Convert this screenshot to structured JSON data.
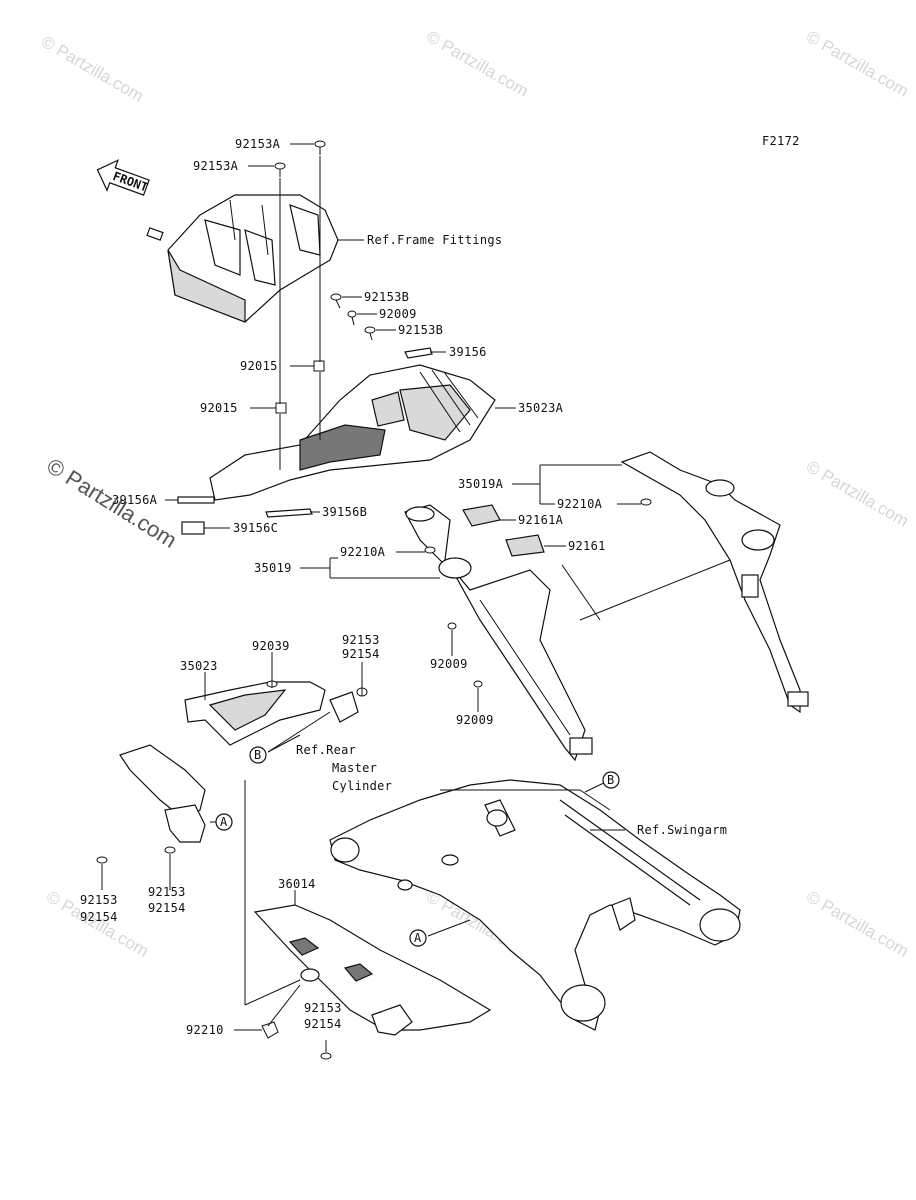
{
  "figure_code": "F2172",
  "front_label": "FRONT",
  "watermarks": [
    "© Partzilla.com",
    "© Partzilla.com",
    "© Partzilla.com",
    "© Partzilla.com",
    "© Partzilla.com",
    "© Partzilla.com",
    "© Partzilla.com"
  ],
  "side_watermark": "© Partzilla.com",
  "callouts": {
    "b_92153A_top": "92153A",
    "b_92153A_left": "92153A",
    "ref_frame": "Ref.Frame Fittings",
    "b_92153B_1": "92153B",
    "b_92009_top": "92009",
    "b_92153B_2": "92153B",
    "p_39156": "39156",
    "b_92015_r": "92015",
    "b_92015_l": "92015",
    "p_35023A": "35023A",
    "p_35019A": "35019A",
    "b_92210A_r": "92210A",
    "p_92161A": "92161A",
    "p_92161": "92161",
    "p_39156A": "39156A",
    "p_39156B": "39156B",
    "p_39156C": "39156C",
    "b_92210A_l": "92210A",
    "p_35019": "35019",
    "b_92009_mid": "92009",
    "b_92009_low": "92009",
    "b_92039": "92039",
    "p_35023": "35023",
    "b_92153_top": "92153",
    "b_92154_top": "92154",
    "ref_rear_1": "Ref.Rear",
    "ref_rear_2": "Master",
    "ref_rear_3": "Cylinder",
    "ref_swingarm": "Ref.Swingarm",
    "b_92153_l1": "92153",
    "b_92154_l1": "92154",
    "b_92153_l2": "92153",
    "b_92154_l2": "92154",
    "p_36014": "36014",
    "b_92210": "92210",
    "b_92153_bot": "92153",
    "b_92154_bot": "92154"
  },
  "circle_markers": {
    "a1": "A",
    "a2": "A",
    "b1": "B",
    "b2": "B"
  }
}
